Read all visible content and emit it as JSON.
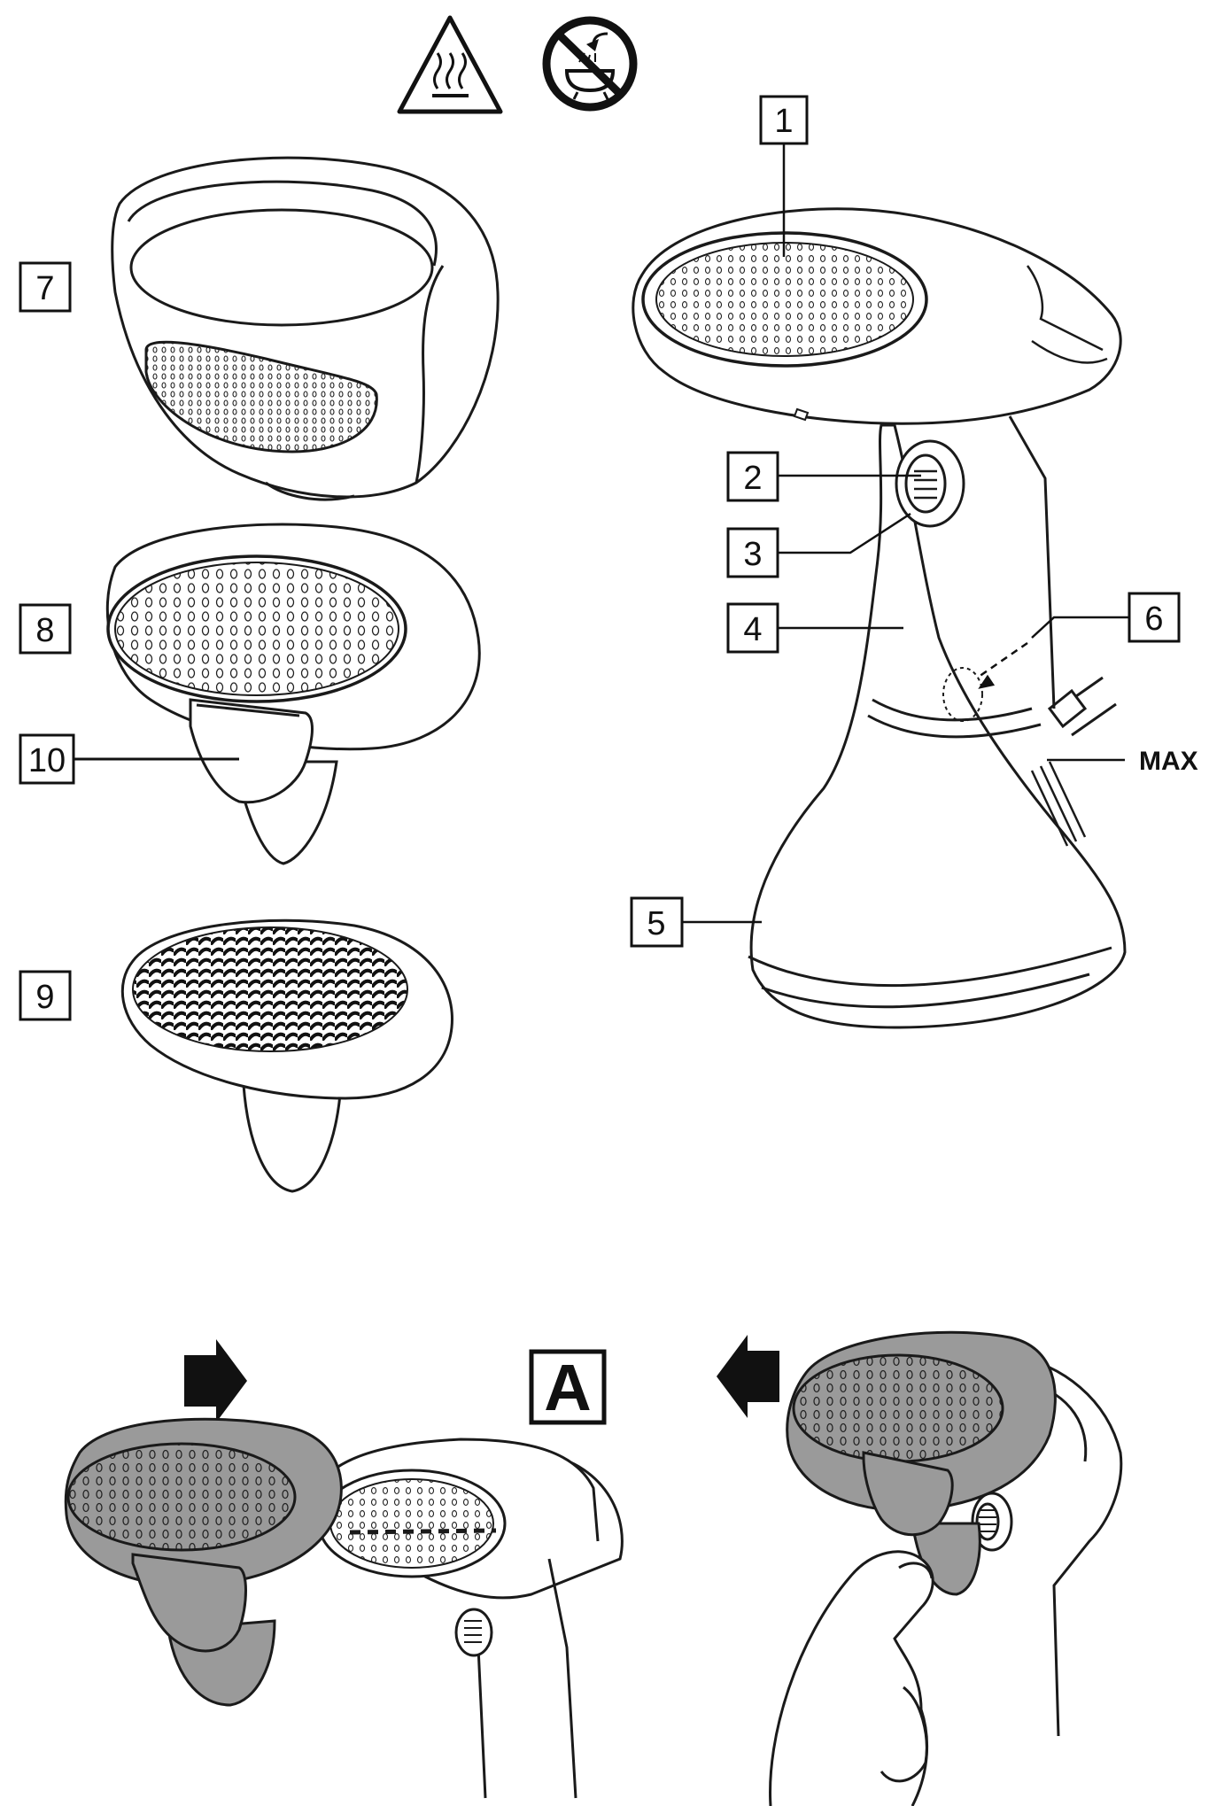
{
  "callouts": {
    "c1": "1",
    "c2": "2",
    "c3": "3",
    "c4": "4",
    "c5": "5",
    "c6": "6",
    "c7": "7",
    "c8": "8",
    "c9": "9",
    "c10": "10"
  },
  "max_label": "MAX",
  "step_label": "A",
  "icons": [
    "hot-surface-warning-icon",
    "no-bath-shower-icon",
    "push-arrow-right-icon",
    "push-arrow-left-icon"
  ],
  "colors": {
    "line": "#1a1a1a",
    "accessory_fill": "#9a9a9a",
    "background": "#ffffff"
  }
}
